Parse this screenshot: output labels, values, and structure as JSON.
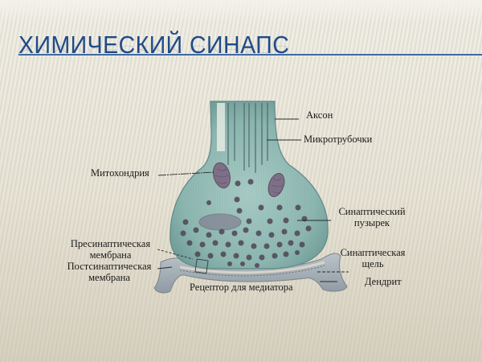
{
  "slide": {
    "title": "ХИМИЧЕСКИЙ СИНАПС",
    "accent_color": "#1f4a87",
    "rule_color": "#3f6aa3"
  },
  "diagram": {
    "subject": "chemical synapse",
    "fill_color": "#8fb9b3",
    "vesicle_color": "#5a4a5a",
    "labels": {
      "axon": "Аксон",
      "microtubules": "Микротрубочки",
      "mitochondria": "Митохондрия",
      "synaptic_vesicle_line1": "Синаптический",
      "synaptic_vesicle_line2": "пузырек",
      "presynaptic_membrane_line1": "Пресинаптическая",
      "presynaptic_membrane_line2": "мембрана",
      "postsynaptic_membrane_line1": "Постсинаптическая",
      "postsynaptic_membrane_line2": "мембрана",
      "synaptic_cleft_line1": "Синаптическая",
      "synaptic_cleft_line2": "щель",
      "dendrite": "Дендрит",
      "receptor": "Рецептор для медиатора"
    }
  }
}
